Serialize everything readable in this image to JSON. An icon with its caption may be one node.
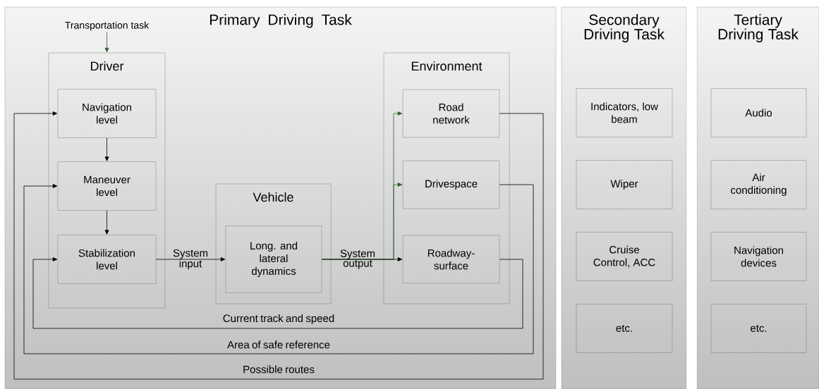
{
  "diagram": {
    "nodes": [
      {
        "text": [
          "Primary Driving Task"
        ]
      },
      {
        "text": [
          "Transportation task"
        ],
        "in": 0
      },
      {
        "text": [
          "Driver"
        ],
        "in": 0
      },
      {
        "text": [
          "Navigation level"
        ],
        "in": 2
      },
      {
        "text": [
          "Maneuver level"
        ],
        "in": 2
      },
      {
        "text": [
          "Stabilization level"
        ],
        "in": 2
      },
      {
        "text": [
          "Vehicle"
        ],
        "in": 0
      },
      {
        "text": [
          "Long. and lateral dynamics"
        ],
        "in": 6
      },
      {
        "text": [
          "Environment"
        ],
        "in": 0
      },
      {
        "text": [
          "Road network"
        ],
        "in": 8
      },
      {
        "text": [
          "Drivespace"
        ],
        "in": 8
      },
      {
        "text": [
          "Roadway-surface"
        ],
        "in": 8
      },
      {
        "text": [
          "Secondary Driving Task"
        ]
      },
      {
        "text": [
          "Indicators, low beam"
        ],
        "in": 12
      },
      {
        "text": [
          "Wiper"
        ],
        "in": 12
      },
      {
        "text": [
          "Cruise Control, ACC"
        ],
        "in": 12
      },
      {
        "text": [
          "etc."
        ],
        "in": 12
      },
      {
        "text": [
          "Tertiary Driving Task"
        ]
      },
      {
        "text": [
          "Audio"
        ],
        "in": 17
      },
      {
        "text": [
          "Air conditioning"
        ],
        "in": 17
      },
      {
        "text": [
          "Navigation devices"
        ],
        "in": 17
      },
      {
        "text": [
          "etc."
        ],
        "in": 17
      }
    ],
    "edges": [
      {
        "from": 1,
        "to": 2,
        "arrow": "to",
        "color": "#2f5f2f"
      },
      {
        "from": 3,
        "to": 4,
        "arrow": "to"
      },
      {
        "from": 4,
        "to": 5,
        "arrow": "to"
      },
      {
        "from": 5,
        "to": 7,
        "arrow": "to",
        "label": "System input"
      },
      {
        "from": 7,
        "to": 11,
        "arrow": "to",
        "label": "System output"
      },
      {
        "from": 7,
        "to": 9,
        "arrow": "to",
        "color": "#2f5f2f"
      },
      {
        "from": 7,
        "to": 10,
        "arrow": "to",
        "color": "#2f5f2f"
      },
      {
        "from": 11,
        "to": 5,
        "arrow": "to",
        "label": "Current track and speed"
      },
      {
        "from": 10,
        "to": 4,
        "arrow": "to",
        "label": "Area of safe reference"
      },
      {
        "from": 9,
        "to": 3,
        "arrow": "to",
        "label": "Possible routes"
      }
    ]
  }
}
